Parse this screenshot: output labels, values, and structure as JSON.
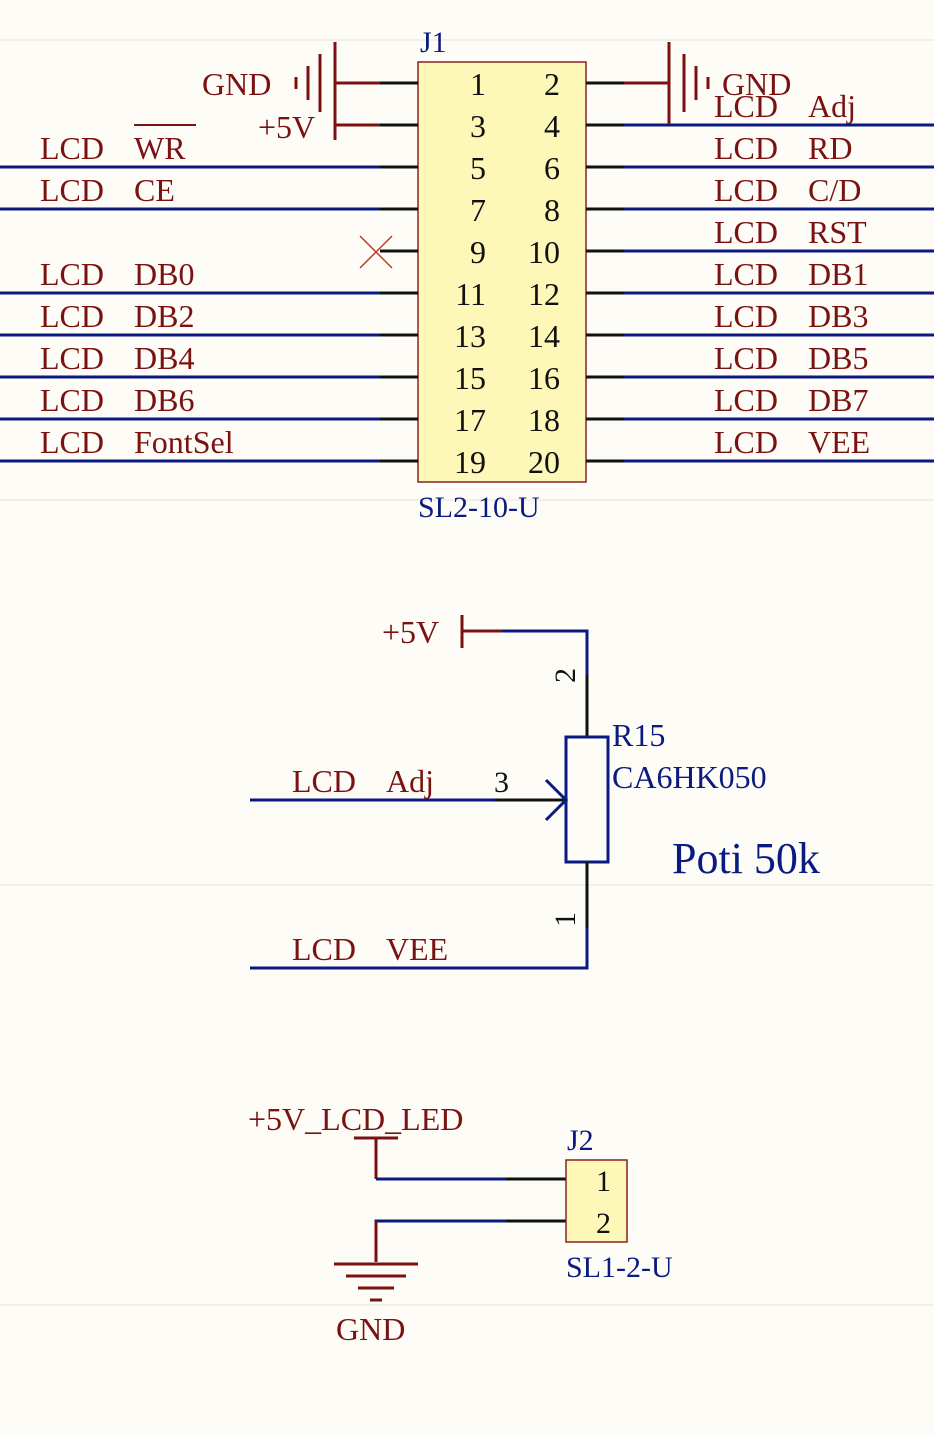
{
  "colors": {
    "background": "#fdfcf7",
    "wire": "#0a1a80",
    "power": "#7a1212",
    "pin": "#111111",
    "part_body": "#fdf7b8"
  },
  "j1": {
    "designator": "J1",
    "part": "SL2-10-U",
    "left_pins": [
      "1",
      "3",
      "5",
      "7",
      "9",
      "11",
      "13",
      "15",
      "17",
      "19"
    ],
    "right_pins": [
      "2",
      "4",
      "6",
      "8",
      "10",
      "12",
      "14",
      "16",
      "18",
      "20"
    ],
    "power": {
      "gnd_left": "GND",
      "vcc_left": "+5V",
      "gnd_right": "GND"
    },
    "left_nets": [
      {
        "pin": "5",
        "prefix": "LCD",
        "name": "WR",
        "overbar": true
      },
      {
        "pin": "7",
        "prefix": "LCD",
        "name": "CE",
        "overbar": false
      },
      {
        "pin": "11",
        "prefix": "LCD",
        "name": "DB0",
        "overbar": false
      },
      {
        "pin": "13",
        "prefix": "LCD",
        "name": "DB2",
        "overbar": false
      },
      {
        "pin": "15",
        "prefix": "LCD",
        "name": "DB4",
        "overbar": false
      },
      {
        "pin": "17",
        "prefix": "LCD",
        "name": "DB6",
        "overbar": false
      },
      {
        "pin": "19",
        "prefix": "LCD",
        "name": "FontSel",
        "overbar": false
      }
    ],
    "right_nets": [
      {
        "pin": "4",
        "prefix": "LCD",
        "name": "Adj"
      },
      {
        "pin": "6",
        "prefix": "LCD",
        "name": "RD"
      },
      {
        "pin": "8",
        "prefix": "LCD",
        "name": "C/D"
      },
      {
        "pin": "10",
        "prefix": "LCD",
        "name": "RST"
      },
      {
        "pin": "12",
        "prefix": "LCD",
        "name": "DB1"
      },
      {
        "pin": "14",
        "prefix": "LCD",
        "name": "DB3"
      },
      {
        "pin": "16",
        "prefix": "LCD",
        "name": "DB5"
      },
      {
        "pin": "18",
        "prefix": "LCD",
        "name": "DB7"
      },
      {
        "pin": "20",
        "prefix": "LCD",
        "name": "VEE"
      }
    ]
  },
  "r15": {
    "designator": "R15",
    "part": "CA6HK050",
    "comment": "Poti 50k",
    "power": "+5V",
    "pin_top": "2",
    "pin_wiper": "3",
    "pin_bottom": "1",
    "wiper_net": {
      "prefix": "LCD",
      "name": "Adj"
    },
    "bottom_net": {
      "prefix": "LCD",
      "name": "VEE"
    }
  },
  "j2": {
    "designator": "J2",
    "part": "SL1-2-U",
    "pins": [
      "1",
      "2"
    ],
    "power": "+5V_LCD_LED",
    "gnd": "GND"
  }
}
